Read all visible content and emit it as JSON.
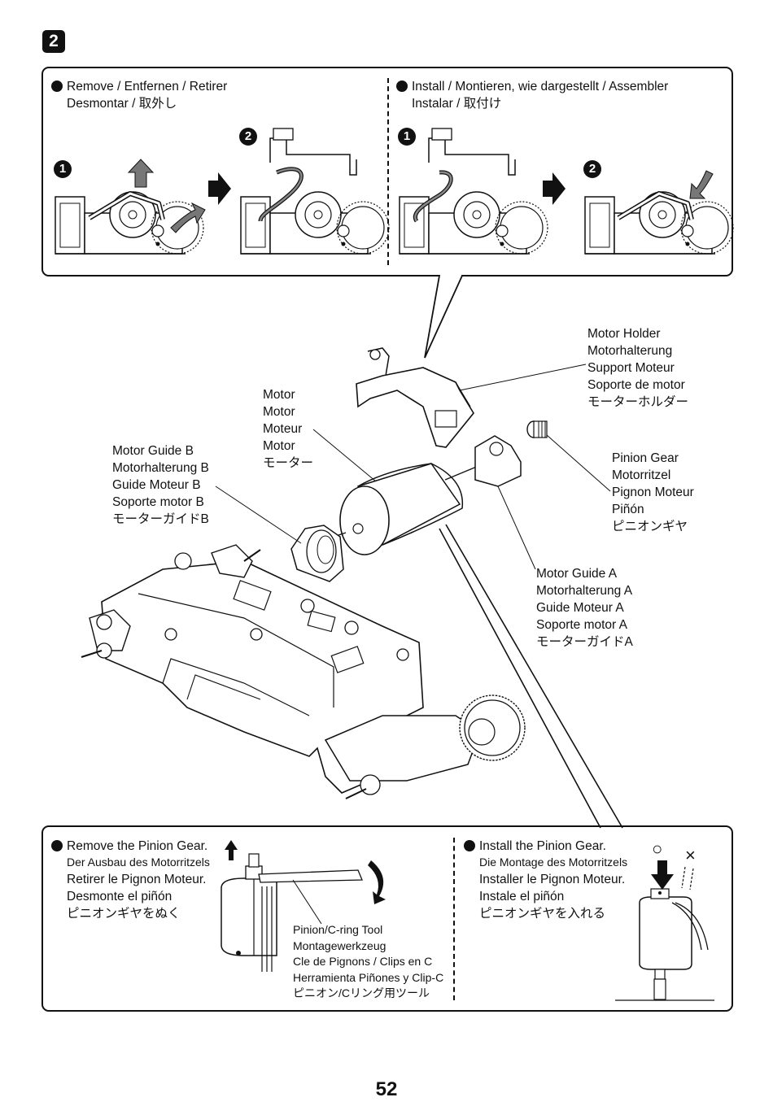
{
  "step": {
    "number": "2"
  },
  "top_panel": {
    "remove": {
      "line1": "Remove / Entfernen / Retirer",
      "line2": "Desmontar / 取外し"
    },
    "install": {
      "line1": "Install / Montieren, wie dargestellt / Assembler",
      "line2": "Instalar / 取付け"
    },
    "substeps": {
      "one": "❶",
      "two": "❷"
    }
  },
  "parts": {
    "motor_holder": [
      "Motor Holder",
      "Motorhalterung",
      "Support Moteur",
      "Soporte de motor",
      "モーターホルダー"
    ],
    "motor": [
      "Motor",
      "Motor",
      "Moteur",
      "Motor",
      "モーター"
    ],
    "motor_guide_b": [
      "Motor Guide B",
      "Motorhalterung B",
      "Guide Moteur B",
      "Soporte motor B",
      "モーターガイドB"
    ],
    "pinion_gear": [
      "Pinion Gear",
      "Motorritzel",
      "Pignon Moteur",
      "Piñón",
      "ピニオンギヤ"
    ],
    "motor_guide_a": [
      "Motor Guide A",
      "Motorhalterung A",
      "Guide Moteur A",
      "Soporte motor A",
      "モーターガイドA"
    ]
  },
  "bottom_panel": {
    "remove_pinion": [
      "Remove the Pinion Gear.",
      "Der Ausbau des Motorritzels",
      "Retirer le Pignon Moteur.",
      "Desmonte el piñón",
      "ピニオンギヤをぬく"
    ],
    "tool": [
      "Pinion/C-ring Tool",
      "Montagewerkzeug",
      "Cle de Pignons / Clips en C",
      "Herramienta Piñones y Clip-C",
      "ピニオン/Cリング用ツール"
    ],
    "install_pinion": [
      "Install the Pinion Gear.",
      "Die Montage des Motorritzels",
      "Installer le Pignon Moteur.",
      "Instale el piñón",
      "ピニオンギヤを入れる"
    ],
    "ok_mark": "○",
    "ng_mark": "×"
  },
  "page": {
    "number": "52"
  }
}
